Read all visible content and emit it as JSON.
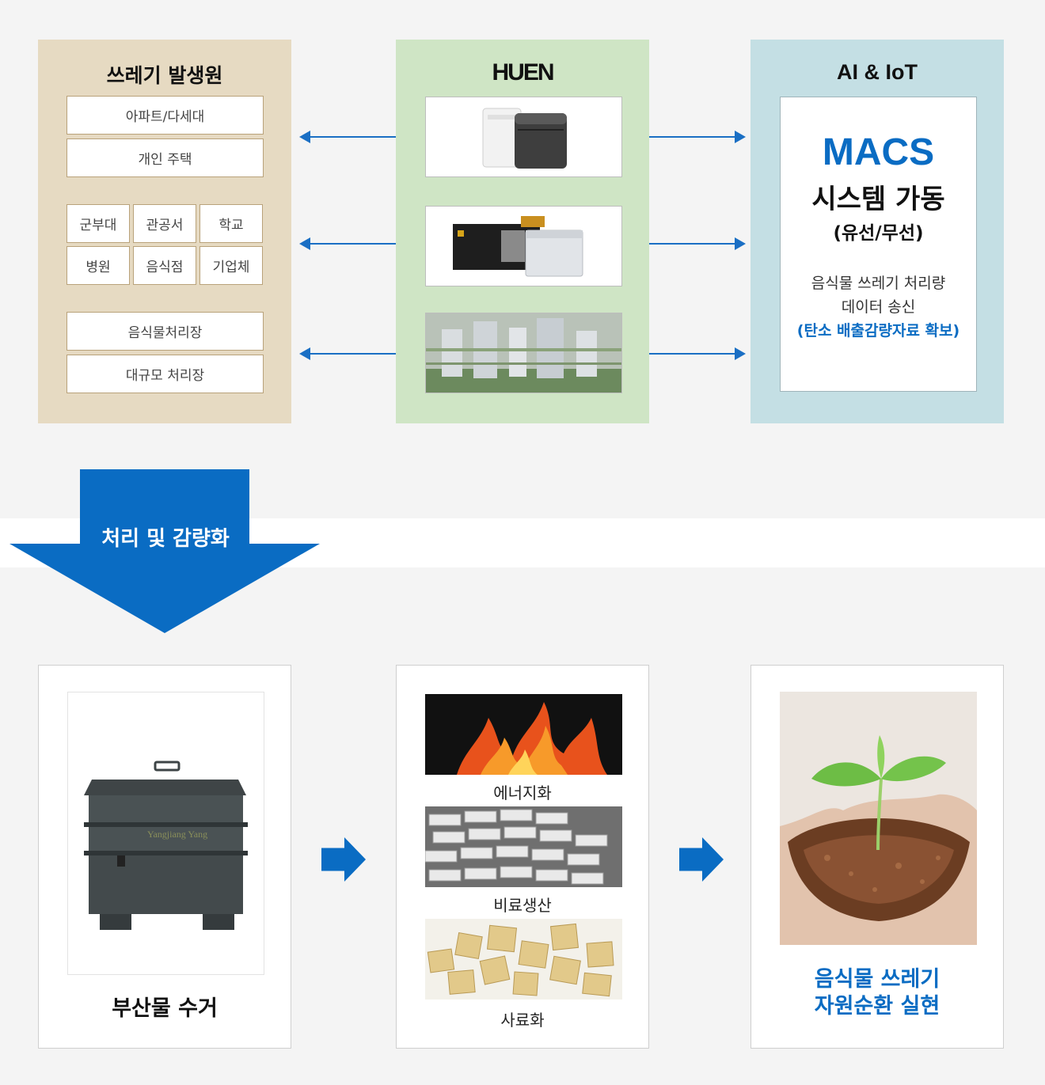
{
  "sources": {
    "title": "쓰레기 발생원",
    "group1": [
      "아파트/다세대",
      "개인 주택"
    ],
    "group2": [
      "군부대",
      "관공서",
      "학교",
      "병원",
      "음식점",
      "기업체"
    ],
    "group3": [
      "음식물처리장",
      "대규모 처리장"
    ]
  },
  "huen": {
    "logo": "HUEN",
    "images": [
      "huen-home-units-image",
      "huen-commercial-units-image",
      "huen-plant-image"
    ]
  },
  "ai": {
    "title": "AI & IoT",
    "macs": "MACS",
    "system": "시스템 가동",
    "wired": "(유선/무선)",
    "desc1": "음식물 쓰레기 처리량",
    "desc2": "데이터 송신",
    "desc3": "(탄소 배출감량자료 확보)"
  },
  "banner": {
    "label": "처리 및 감량화"
  },
  "byproduct": {
    "caption": "부산물 수거",
    "watermark": "Yangjiang Yang"
  },
  "uses": {
    "energy": "에너지화",
    "fertilizer": "비료생산",
    "feed": "사료화"
  },
  "result": {
    "line1": "음식물 쓰레기",
    "line2": "자원순환 실현"
  },
  "colors": {
    "accent": "#0a6cc3",
    "sourcesBg": "#e6dac2",
    "huenBg": "#cfe5c5",
    "aiBg": "#c4dfe4"
  }
}
